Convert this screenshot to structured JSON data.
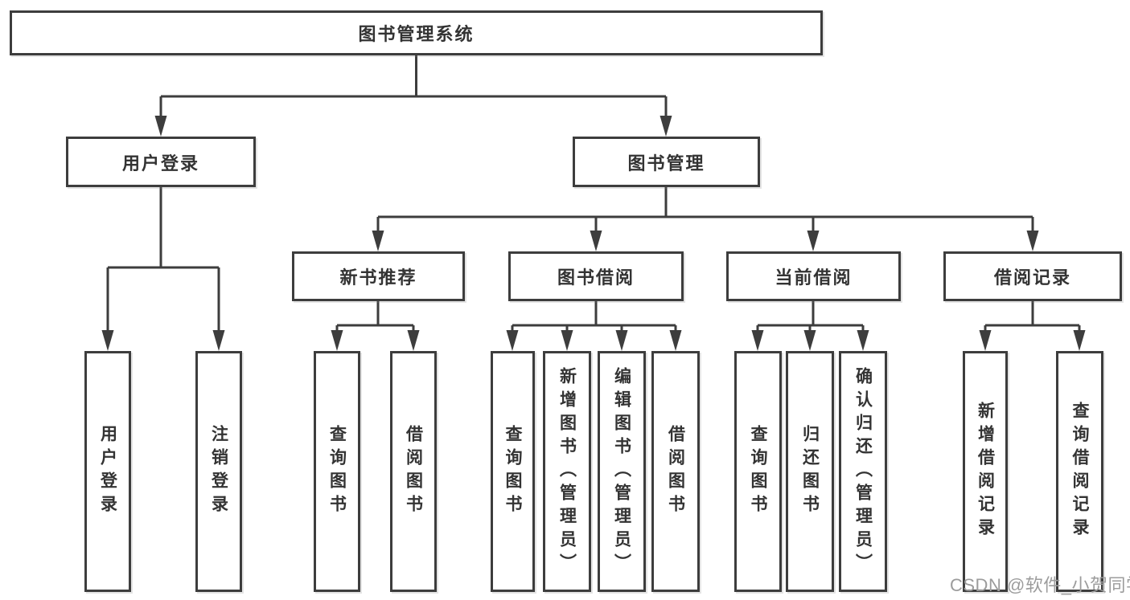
{
  "colors": {
    "line": "#3d3d3d",
    "text": "#333333",
    "watermark": "#9c9c9c",
    "bg": "#ffffff"
  },
  "tree": {
    "label": "图书管理系统",
    "children": [
      {
        "label": "用户登录",
        "children": [
          {
            "label": "用户登录"
          },
          {
            "label": "注销登录"
          }
        ]
      },
      {
        "label": "图书管理",
        "children": [
          {
            "label": "新书推荐",
            "children": [
              {
                "label": "查询图书"
              },
              {
                "label": "借阅图书"
              }
            ]
          },
          {
            "label": "图书借阅",
            "children": [
              {
                "label": "查询图书"
              },
              {
                "label": "新增图书（管理员）"
              },
              {
                "label": "编辑图书（管理员）"
              },
              {
                "label": "借阅图书"
              }
            ]
          },
          {
            "label": "当前借阅",
            "children": [
              {
                "label": "查询图书"
              },
              {
                "label": "归还图书"
              },
              {
                "label": "确认归还（管理员）"
              }
            ]
          },
          {
            "label": "借阅记录",
            "children": [
              {
                "label": "新增借阅记录"
              },
              {
                "label": "查询借阅记录"
              }
            ]
          }
        ]
      }
    ]
  },
  "watermark": "CSDN @软件_小贺同学"
}
